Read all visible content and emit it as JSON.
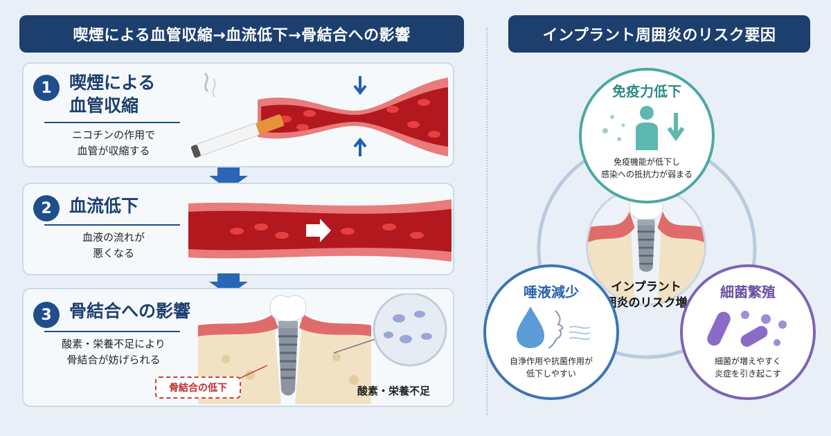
{
  "left": {
    "title": "喫煙による血管収縮→血流低下→骨結合への影響",
    "steps": [
      {
        "num": "1",
        "title_lines": [
          "喫煙による",
          "血管収縮"
        ],
        "desc_lines": [
          "ニコチンの作用で",
          "血管が収縮する"
        ]
      },
      {
        "num": "2",
        "title_lines": [
          "血流低下"
        ],
        "desc_lines": [
          "血液の流れが",
          "悪くなる"
        ]
      },
      {
        "num": "3",
        "title_lines": [
          "骨結合への影響"
        ],
        "desc_lines": [
          "酸素・栄養不足により",
          "骨結合が妨げられる"
        ],
        "callout": "骨結合の低下",
        "magnify_label": "酸素・栄養不足"
      }
    ]
  },
  "right": {
    "title": "インプラント周囲炎のリスク要因",
    "center_lines": [
      "インプラント",
      "周囲炎のリスク増大"
    ],
    "nodes": {
      "immune": {
        "title": "免疫力低下",
        "desc_lines": [
          "免疫機能が低下し",
          "感染への抵抗力が弱まる"
        ],
        "color": "#2e8c88"
      },
      "saliva": {
        "title": "唾液減少",
        "desc_lines": [
          "自浄作用や抗菌作用が",
          "低下しやすい"
        ],
        "color": "#2a62a8"
      },
      "bacteria": {
        "title": "細菌繁殖",
        "desc_lines": [
          "細菌が増えやすく",
          "炎症を引き起こす"
        ],
        "color": "#6a4fa3"
      }
    }
  },
  "colors": {
    "navy": "#1d3f6e",
    "blood": "#c8262c",
    "vessel": "#e97b7b",
    "bone": "#f1e2c4",
    "gum": "#e06b6b"
  }
}
